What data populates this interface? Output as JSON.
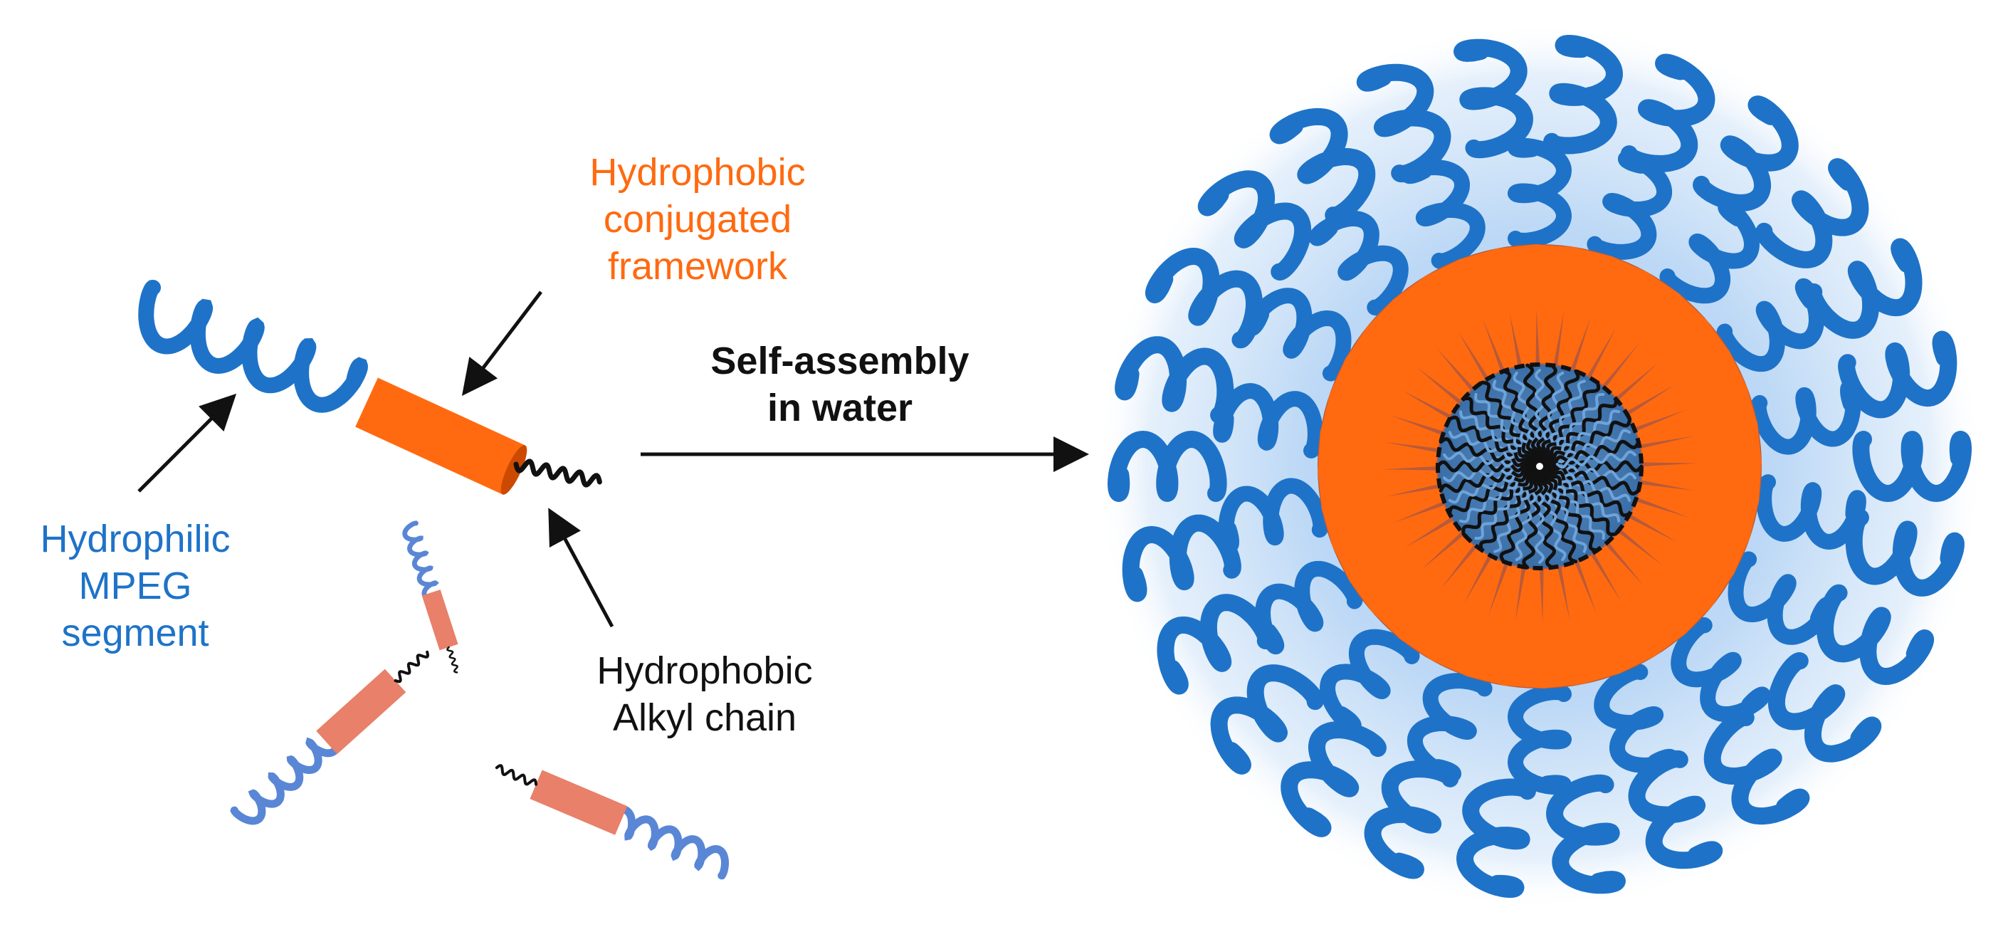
{
  "labels": {
    "framework": [
      "Hydrophobic",
      "conjugated",
      "framework"
    ],
    "mpeg": [
      "Hydrophilic",
      "MPEG",
      "segment"
    ],
    "alkyl": [
      "Hydrophobic",
      "Alkyl chain"
    ],
    "process": [
      "Self-assembly",
      "in water"
    ]
  },
  "colors": {
    "peg_blue": "#1E73C8",
    "peg_blue_light": "#5A86D6",
    "framework_orange": "#FF6A10",
    "framework_pale": "#E8806A",
    "alkyl_black": "#111111",
    "core_blue": "#3A6EA6"
  },
  "micelle": {
    "outer_helices": 44,
    "orange_segments": 36,
    "core_chains": 26
  }
}
